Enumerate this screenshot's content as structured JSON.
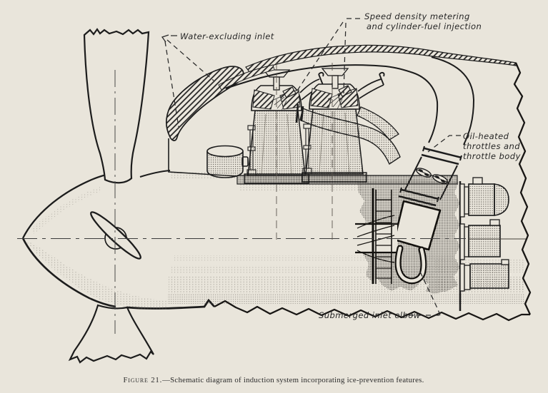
{
  "figure": {
    "labels": {
      "water_inlet": "Water-excluding inlet",
      "speed_density_1": "Speed density metering",
      "speed_density_2": "and cylinder-fuel injection",
      "oil_throttle_1": "Oil-heated",
      "oil_throttle_2": "throttles and",
      "oil_throttle_3": "throttle body",
      "submerged_elbow": "Submerged inlet elbow"
    },
    "caption": {
      "figure_label": "Figure 21.",
      "caption_text": "—Schematic diagram of induction system incorporating ice-prevention features."
    },
    "colors": {
      "paper": "#e9e5db",
      "ink": "#1c1c1c"
    }
  }
}
